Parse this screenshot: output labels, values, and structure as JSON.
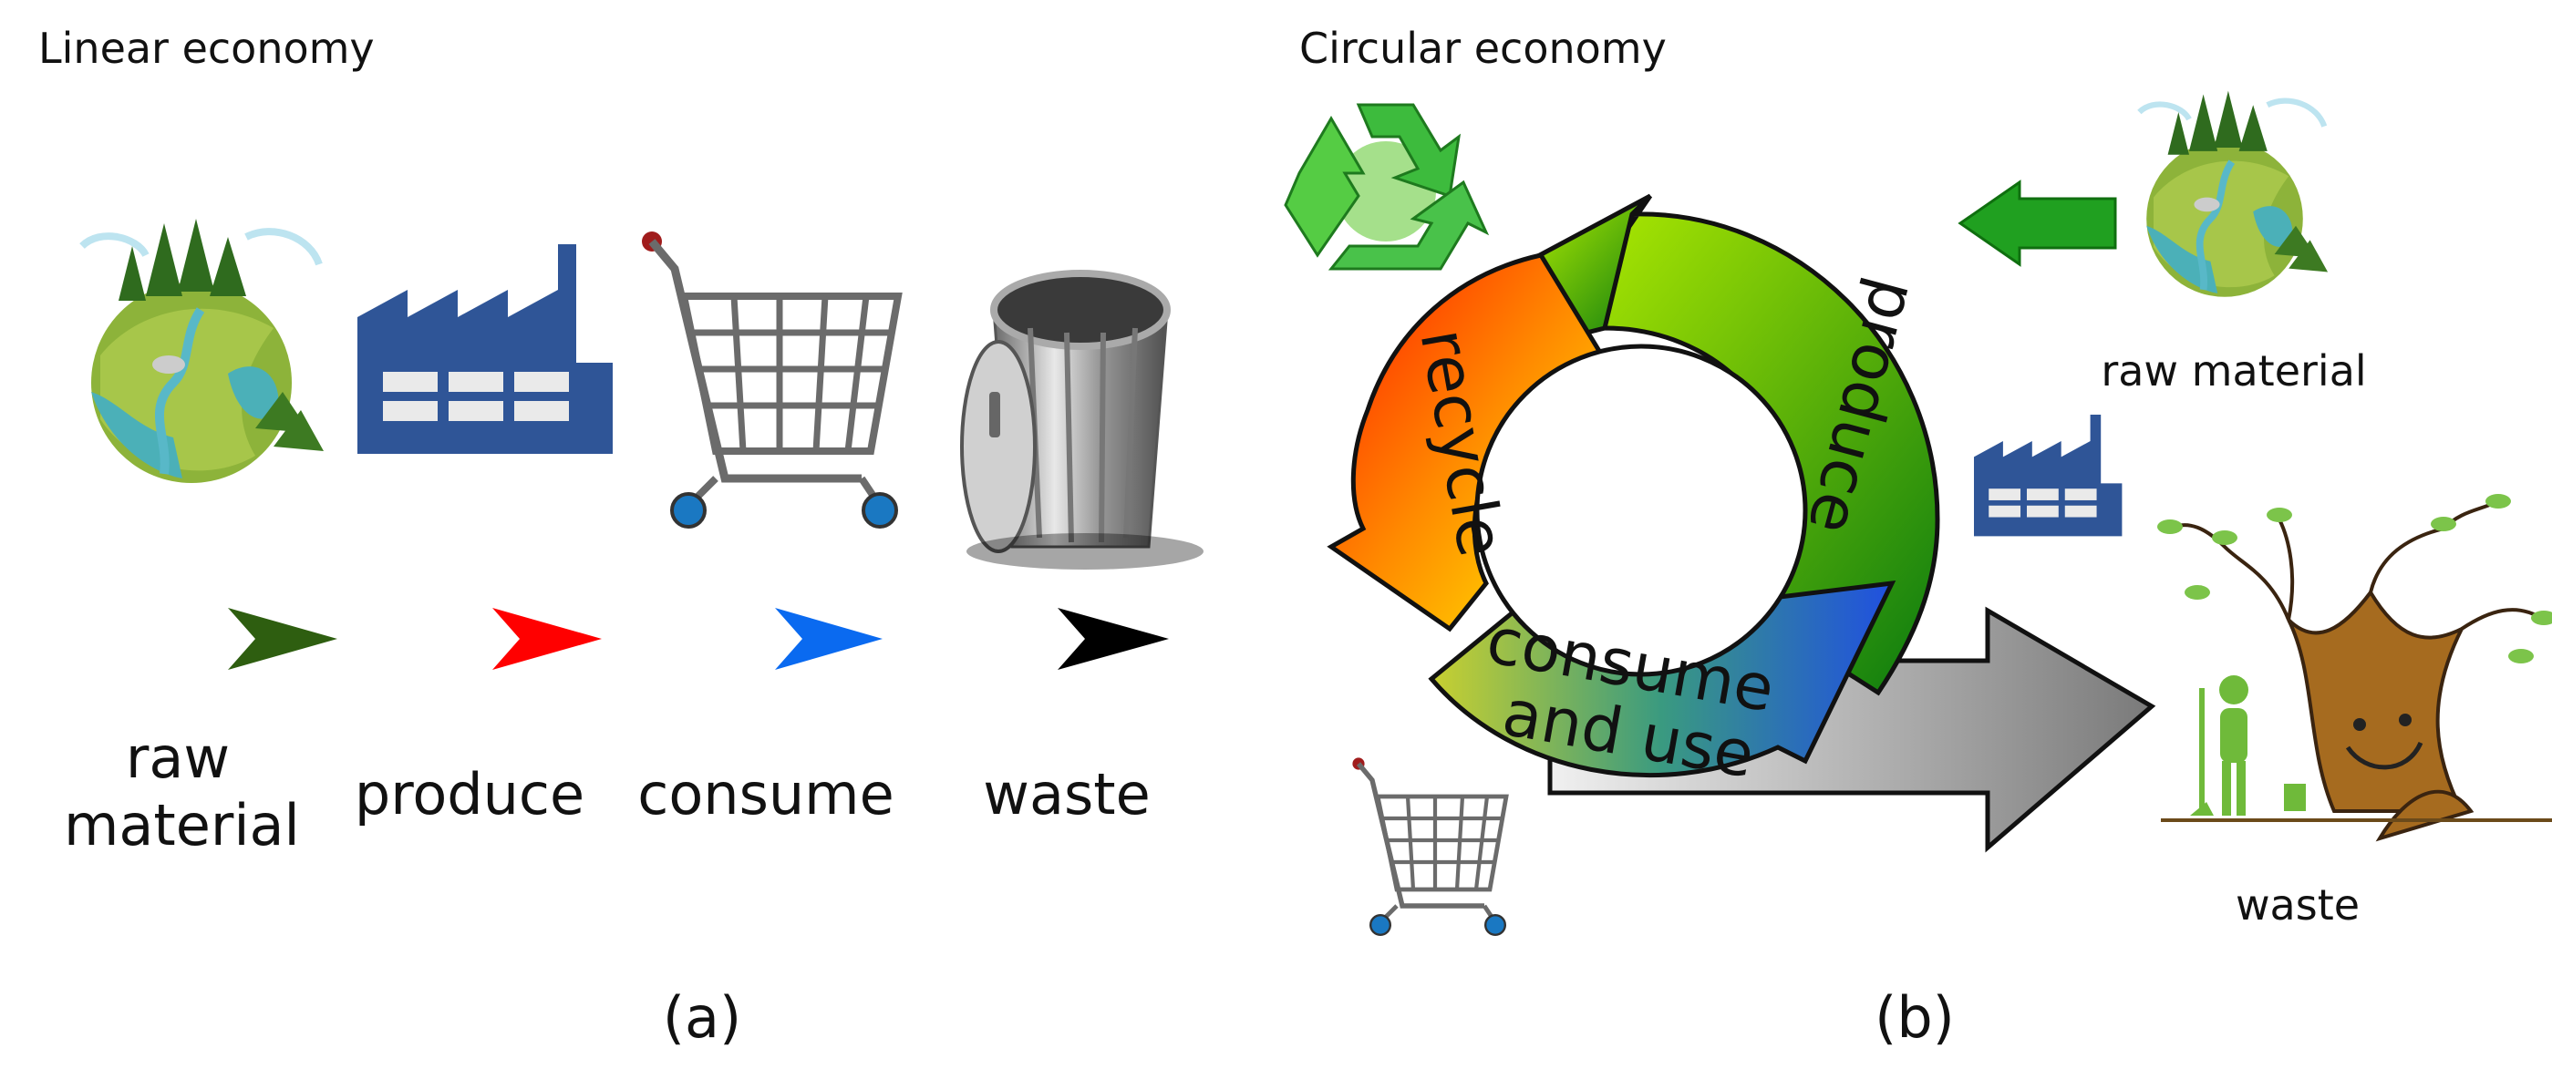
{
  "panel_a": {
    "title": "Linear economy",
    "stages": [
      "raw\nmaterial",
      "produce",
      "consume",
      "waste"
    ],
    "arrow_colors": [
      "#3f6f1a",
      "#ff1010",
      "#1470f0",
      "#000000"
    ],
    "caption": "(a)"
  },
  "panel_b": {
    "title": "Circular economy",
    "cycle": [
      "produce",
      "consume\nand use",
      "recycle"
    ],
    "raw_material_label": "raw material",
    "waste_label": "waste",
    "caption": "(b)"
  },
  "colors": {
    "factory": "#2f5597",
    "cart_wire": "#6b6b6b",
    "cart_wheel": "#1a78c2",
    "green_arrow": "#20a020",
    "gray_arrow": "#9a9a9a"
  },
  "icons": [
    "earth-icon",
    "factory-icon",
    "shopping-cart-icon",
    "trash-can-icon",
    "recycle-icon",
    "tree-icon",
    "person-icon"
  ]
}
